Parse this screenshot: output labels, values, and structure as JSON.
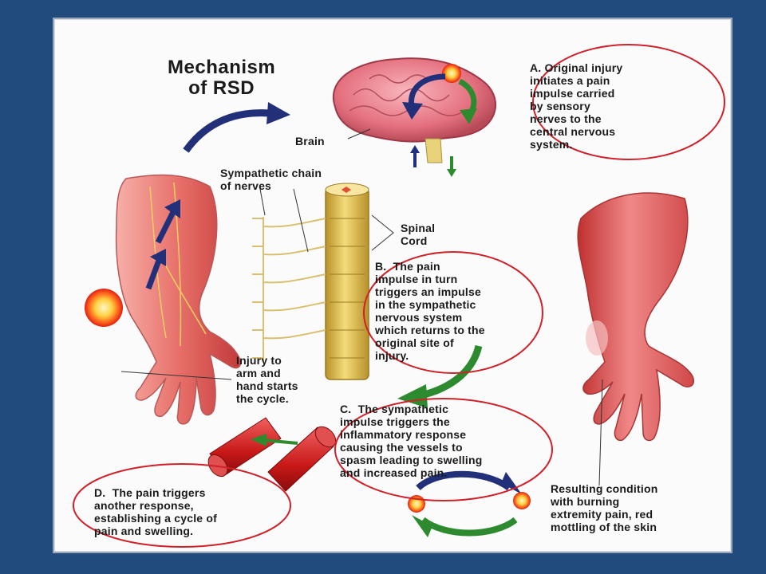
{
  "title": "Mechanism\nof RSD",
  "labels": {
    "brain": "Brain",
    "sympathetic_chain": "Sympathetic chain\nof nerves",
    "spinal_cord": "Spinal\nCord",
    "injury": "Injury to\narm and\nhand starts\nthe cycle.",
    "resulting": "Resulting condition\nwith burning\nextremity pain, red\nmottling of the skin"
  },
  "steps": {
    "a": "A. Original injury\ninitiates a pain\nimpulse carried\nby sensory\nnerves to the\ncentral nervous\nsystem.",
    "b": "B.  The pain\nimpulse in turn\ntriggers an impulse\nin the sympathetic\nnervous system\nwhich returns to the\noriginal site of\ninjury.",
    "c": "C.  The sympathetic\nimpulse triggers the\ninflammatory response\ncausing the vessels to\nspasm leading to swelling\nand increased pain.",
    "d": "D.  The pain triggers\nanother response,\nestablishing a cycle of\npain and swelling."
  },
  "colors": {
    "background": "#214a7d",
    "circle": "#d0202a",
    "arrow_blue": "#22307a",
    "arrow_green": "#2e8a2e",
    "brain": "#e67a86",
    "arm": "#e35a5a",
    "spine": "#d8b64a"
  }
}
